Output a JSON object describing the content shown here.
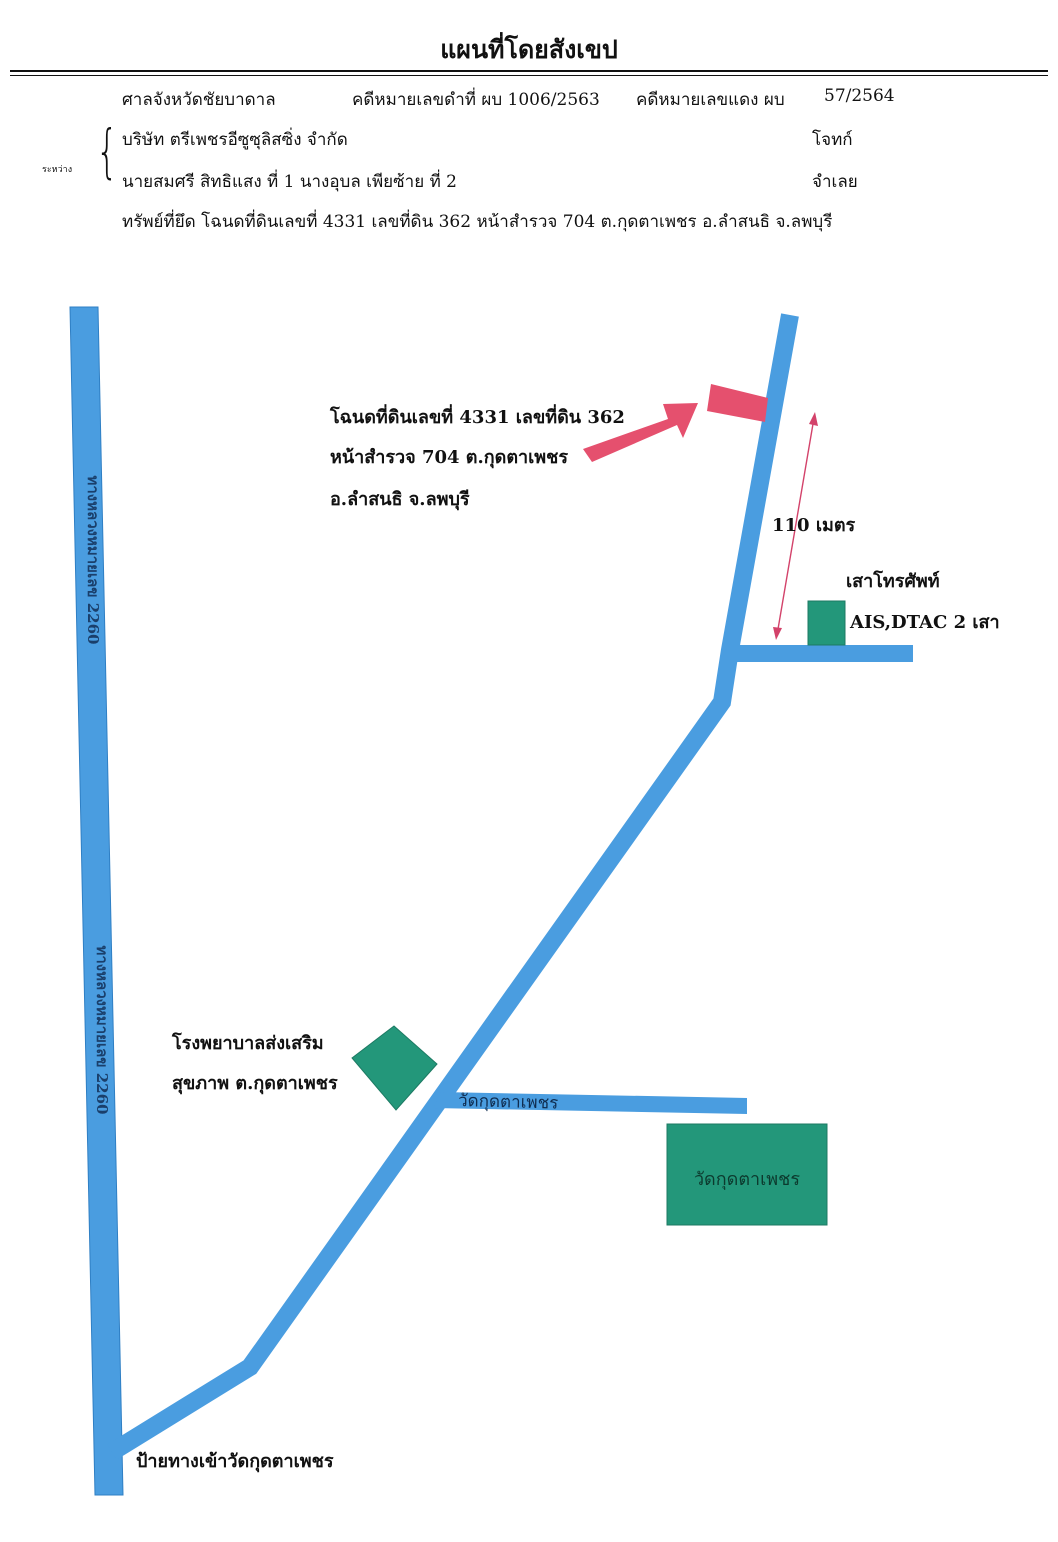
{
  "title": "แผนที่โดยสังเขป",
  "header": {
    "court": "ศาลจังหวัดชัยบาดาล",
    "black_case": "คดีหมายเลขดำที่ ผบ 1006/2563",
    "red_case": "คดีหมายเลขแดง ผบ",
    "red_case_no": "57/2564",
    "between_label": "ระหว่าง",
    "plaintiff_name": "บริษัท ตรีเพชรอีซูซุลิสซิ่ง จำกัด",
    "plaintiff_role": "โจทก์",
    "defendant_names": "นายสมศรี สิทธิแสง ที่ 1 นางอุบล เพียซ้าย ที่ 2",
    "defendant_role": "จำเลย",
    "property": "ทรัพย์ที่ยึด  โฉนดที่ดินเลขที่ 4331 เลขที่ดิน 362 หน้าสำรวจ 704 ต.กุดตาเพชร อ.ลำสนธิ จ.ลพบุรี"
  },
  "map": {
    "target_line1": "โฉนดที่ดินเลขที่ 4331 เลขที่ดิน 362",
    "target_line2": "หน้าสำรวจ 704 ต.กุดตาเพชร",
    "target_line3": "อ.ลำสนธิ จ.ลพบุรี",
    "distance": "110 เมตร",
    "tower_line1": "เสาโทรศัพท์",
    "tower_line2": "AIS,DTAC 2 เสา",
    "highway_label": "ทางหลวงหมายเลข 2260",
    "hospital_line1": "โรงพยาบาลส่งเสริม",
    "hospital_line2": "สุขภาพ ต.กุดตาเพชร",
    "temple_road": "วัดกุดตาเพชร",
    "temple": "วัดกุดตาเพชร",
    "entrance_sign": "ป้ายทางเข้าวัดกุดตาเพชร"
  },
  "colors": {
    "road": "#4a9de0",
    "road_edge": "#2f7fc4",
    "target": "#e5506e",
    "landmark": "#23977a",
    "arrow": "#e5506e",
    "measure": "#d3426a"
  }
}
